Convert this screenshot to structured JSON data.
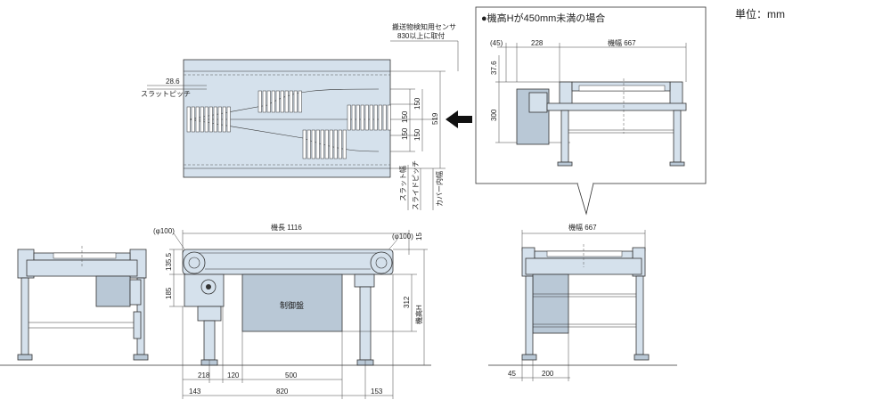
{
  "unit_label": "単位：mm",
  "inset": {
    "title": "●機高Hが450mm未満の場合",
    "dims": {
      "d45": "(45)",
      "d228": "228",
      "width": "機幅 667",
      "d376": "37.6",
      "d300": "300"
    }
  },
  "top_view": {
    "sensor_note_1": "搬送物検知用センサ",
    "sensor_note_2": "830以上に取付",
    "pitch_value": "28.6",
    "pitch_label": "スラットピッチ",
    "d150a": "150",
    "d150b": "150",
    "d150c": "150",
    "d150d": "150",
    "d519": "519",
    "slat_width": "スラット幅",
    "slide_pitch": "スライドピッチ",
    "cover_width": "カバー内幅"
  },
  "front_view": {
    "length": "機長 1116",
    "phi_left": "(φ100)",
    "phi_right": "(φ100)",
    "d15": "15",
    "d1355": "135.5",
    "d185": "185",
    "d312": "312",
    "height_label": "機高H",
    "panel": "制御盤",
    "d218": "218",
    "d120": "120",
    "d500": "500",
    "d143": "143",
    "d820": "820",
    "d153": "153"
  },
  "end_view": {
    "width": "機幅 667",
    "d45": "45",
    "d200": "200"
  },
  "colors": {
    "fill": "#d5e1ec",
    "fill_dark": "#b9c8d6",
    "line": "#333333",
    "arrow": "#111111"
  }
}
